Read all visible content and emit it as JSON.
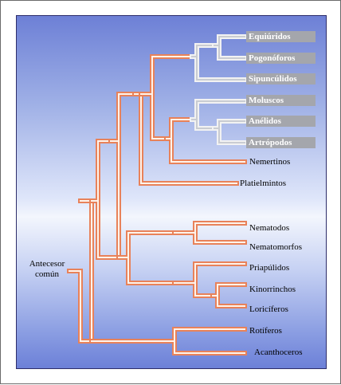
{
  "diagram": {
    "root_label_lines": [
      "Antecesor",
      "común"
    ],
    "highlighted_taxa": [
      "Equiúridos",
      "Pogonóforos",
      "Sipuncúlidos",
      "Moluscos",
      "Anélidos",
      "Artrópodos"
    ],
    "taxa": [
      "Nemertinos",
      "Platielmintos",
      "Nematodos",
      "Nematomorfos",
      "Priapúlidos",
      "Kinorrinchos",
      "Loricíferos",
      "Rotíferos",
      "Acanthoceros"
    ]
  },
  "colors": {
    "branch_orange": "#e8825a",
    "branch_orange_core": "#fff3ea",
    "branch_white": "#f2f2f2",
    "branch_white_core": "#c9ccd2",
    "label_box_gray": "#a4a6ac"
  }
}
